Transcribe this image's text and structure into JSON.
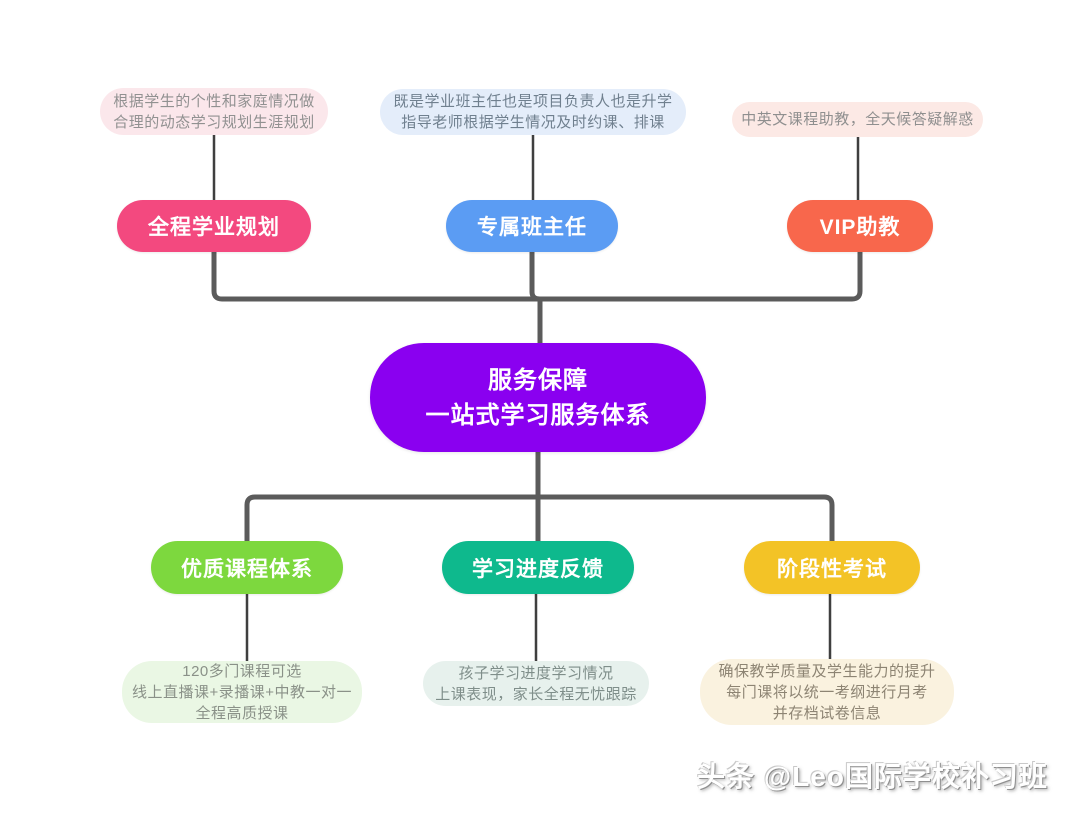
{
  "page": {
    "background": "#FFFFFF"
  },
  "center_node": {
    "label": "服务保障\n一站式学习服务体系",
    "color": "#8A00F0",
    "text_color": "#FFFFFF"
  },
  "top_branches": [
    {
      "label": "全程学业规划",
      "color": "#F3497F",
      "note": {
        "text": "根据学生的个性和家庭情况做\n合理的动态学习规划生涯规划",
        "bg": "#FBE7EB",
        "text_color": "#919191"
      }
    },
    {
      "label": "专属班主任",
      "color": "#5B9CF3",
      "note": {
        "text": "既是学业班主任也是项目负责人也是升学\n指导老师根据学生情况及时约课、排课",
        "bg": "#E4EDFA",
        "text_color": "#70808F"
      }
    },
    {
      "label": "VIP助教",
      "color": "#F8674C",
      "note": {
        "text": "中英文课程助教，全天候答疑解惑",
        "bg": "#FCE9E5",
        "text_color": "#8F8F8F"
      }
    }
  ],
  "bottom_branches": [
    {
      "label": "优质课程体系",
      "color": "#7DD83E",
      "note": {
        "text": "120多门课程可选\n线上直播课+录播课+中教一对一\n全程高质授课",
        "bg": "#EAF7E4",
        "text_color": "#8A9188"
      }
    },
    {
      "label": "学习进度反馈",
      "color": "#0EB98D",
      "note": {
        "text": "孩子学习进度学习情况\n上课表现，家长全程无忧跟踪",
        "bg": "#E7F1ED",
        "text_color": "#7F8E8A"
      }
    },
    {
      "label": "阶段性考试",
      "color": "#F3C326",
      "note": {
        "text": "确保教学质量及学生能力的提升\n每门课将以统一考纲进行月考\n并存档试卷信息",
        "bg": "#FAF2DF",
        "text_color": "#8D8473"
      }
    }
  ],
  "connectors": {
    "bus_color": "#5B5B5B",
    "note_line_color": "#3F3F3F"
  },
  "watermark": {
    "text": "头条 @Leo国际学校补习班"
  }
}
